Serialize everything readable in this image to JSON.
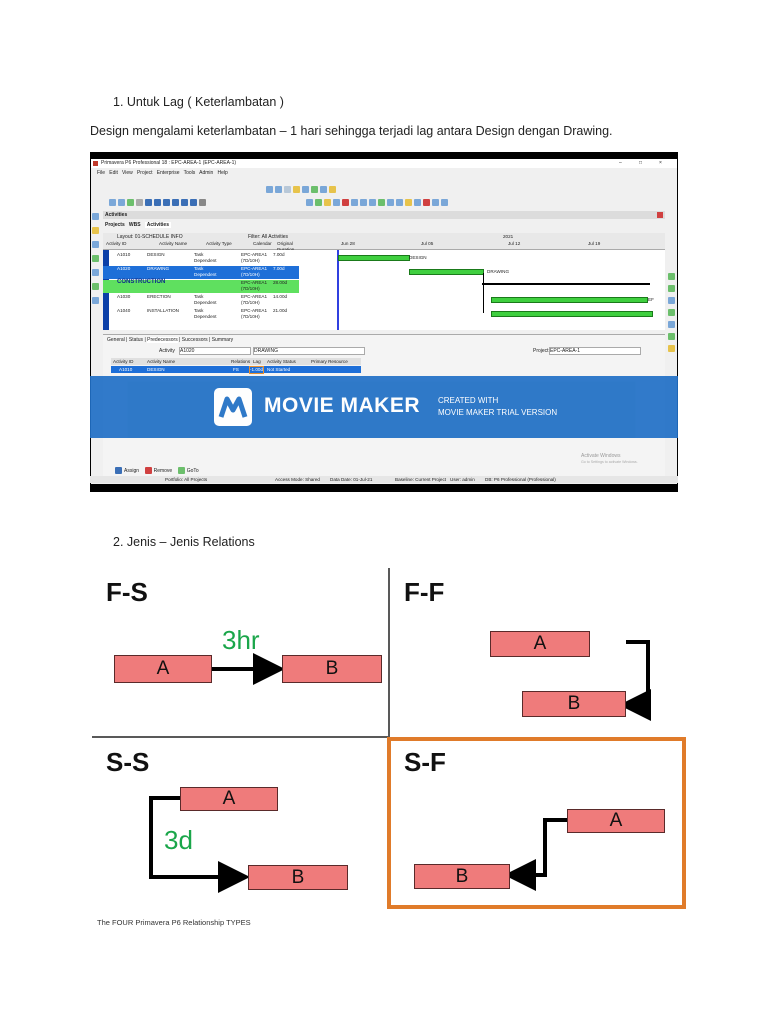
{
  "section1": {
    "heading": "1.    Untuk Lag ( Keterlambatan )",
    "paragraph": "Design  mengalami keterlambatan – 1 hari sehingga terjadi lag antara Design dengan Drawing."
  },
  "p6": {
    "title": "Primavera P6 Professional 18 : EPC-AREA-1 (EPC-AREA-1)",
    "menu": [
      "File",
      "Edit",
      "View",
      "Project",
      "Enterprise",
      "Tools",
      "Admin",
      "Help"
    ],
    "panel_title": "Activities",
    "tabs": [
      "Projects",
      "WBS",
      "Activities"
    ],
    "layout_label": "Layout: 01-SCHEDULE INFO",
    "filter_label": "Filter: All Activities",
    "columns": [
      "Activity ID",
      "Activity Name",
      "Activity Type",
      "Calendar",
      "Original Duration"
    ],
    "timeline": {
      "year": "2021",
      "months": [
        "Jun 28",
        "Jul 05",
        "Jul 12",
        "Jul 19"
      ]
    },
    "rows": [
      {
        "id": "A1010",
        "name": "DESIGN",
        "type": "Task Dependent",
        "calendar": "EPC-AREA1 (7D/10H)",
        "dur": "7.00d"
      },
      {
        "id": "A1020",
        "name": "DRAWING",
        "type": "Task Dependent",
        "calendar": "EPC-AREA1 (7D/10H)",
        "dur": "7.00d"
      },
      {
        "id": "",
        "name": "CONSTRUCTION",
        "type": "",
        "calendar": "EPC-AREA1 (7D/10H)",
        "dur": "28.00d"
      },
      {
        "id": "A1030",
        "name": "ERECTION",
        "type": "Task Dependent",
        "calendar": "EPC-AREA1 (7D/10H)",
        "dur": "14.00d"
      },
      {
        "id": "A1040",
        "name": "INSTALLATION",
        "type": "Task Dependent",
        "calendar": "EPC-AREA1 (7D/10H)",
        "dur": "21.00d"
      }
    ],
    "bar_labels": [
      "DESIGN",
      "DRAWING",
      "EF"
    ],
    "detail_tabs": [
      "General",
      "Status",
      "Predecessors",
      "Successors",
      "Summary"
    ],
    "activity_label": "Activity",
    "activity_value": "A1020",
    "activity_name_value": "DRAWING",
    "project_label": "Project",
    "project_value": "EPC-AREA-1",
    "pred_columns": [
      "Activity ID",
      "Activity Name",
      "Relations",
      "Lag",
      "Activity Status",
      "Primary Resource"
    ],
    "pred_row": {
      "id": "A1010",
      "name": "DESIGN",
      "rel": "FS",
      "lag": "-1.00d",
      "status": "Not Started",
      "res": ""
    },
    "watermark_title": "MOVIE MAKER",
    "watermark_line1": "CREATED WITH",
    "watermark_line2": "MOVIE MAKER TRIAL VERSION",
    "activate_windows": "Activate Windows",
    "activate_sub": "Go to Settings to activate Windows.",
    "buttons": [
      "Assign",
      "Remove",
      "GoTo"
    ],
    "status_bar": {
      "portfolio": "Portfolio: All Projects",
      "access": "Access Mode: Shared",
      "data_date": "Data Date: 01-Jul-21",
      "baseline": "Baseline: Current Project",
      "user": "User: admin",
      "db": "DB: P6 Professional (Professional)"
    }
  },
  "section2": {
    "heading": "2.    Jenis – Jenis Relations"
  },
  "relations": {
    "fs": {
      "title": "F-S",
      "a": "A",
      "b": "B",
      "lag": "3hr"
    },
    "ff": {
      "title": "F-F",
      "a": "A",
      "b": "B"
    },
    "ss": {
      "title": "S-S",
      "a": "A",
      "b": "B",
      "lag": "3d"
    },
    "sf": {
      "title": "S-F",
      "a": "A",
      "b": "B"
    },
    "caption": "The FOUR Primavera P6 Relationship TYPES",
    "colors": {
      "box": "#ef7b7b",
      "lag": "#1aa64a",
      "highlight": "#e07b2a"
    }
  }
}
